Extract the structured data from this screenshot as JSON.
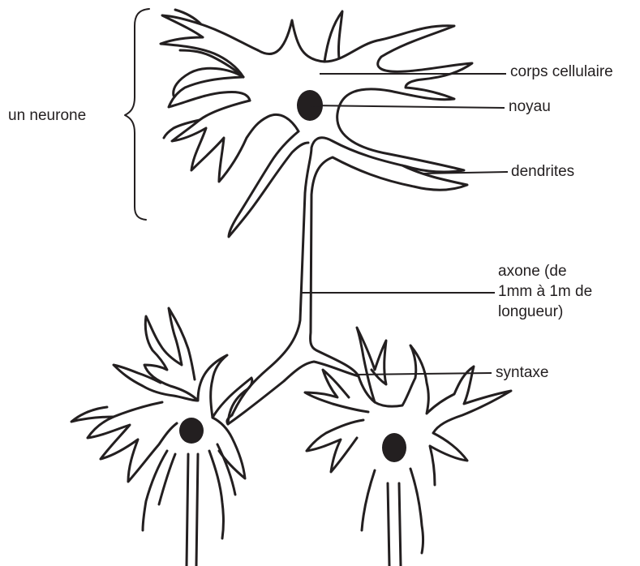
{
  "colors": {
    "ink": "#231f20",
    "background": "#ffffff"
  },
  "labels": {
    "un_neurone": "un neurone",
    "corps_cellulaire": "corps cellulaire",
    "noyau": "noyau",
    "dendrites": "dendrites",
    "axone_line1": "axone (de",
    "axone_line2": "1mm à 1m de",
    "axone_line3": "longueur)",
    "syntaxe": "syntaxe"
  }
}
